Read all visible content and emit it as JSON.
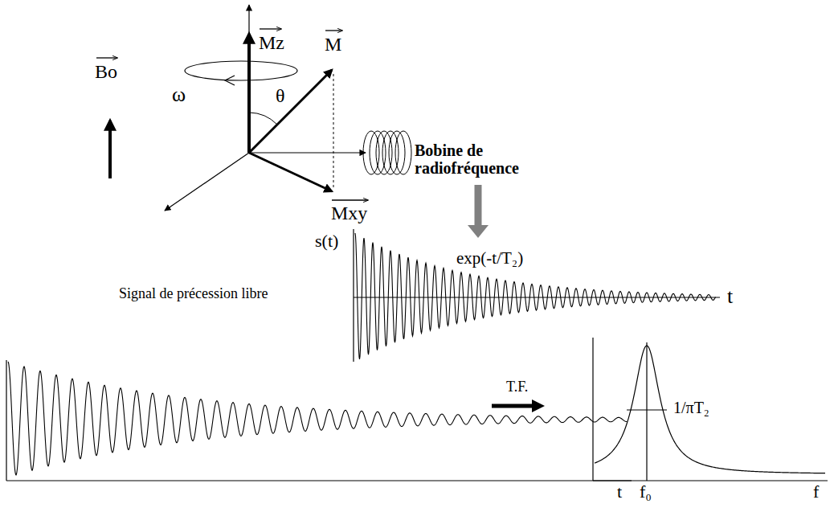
{
  "diagram": {
    "labels": [
      "Bo",
      "ω",
      "Mz",
      "M",
      "θ",
      "Mxy",
      "Bobine de radiofréquence",
      "s(t)",
      "exp(-t/T₂)",
      "t",
      "Signal de précession libre",
      "t",
      "T.F.",
      "1/πT₂",
      "f₀",
      "f"
    ]
  }
}
